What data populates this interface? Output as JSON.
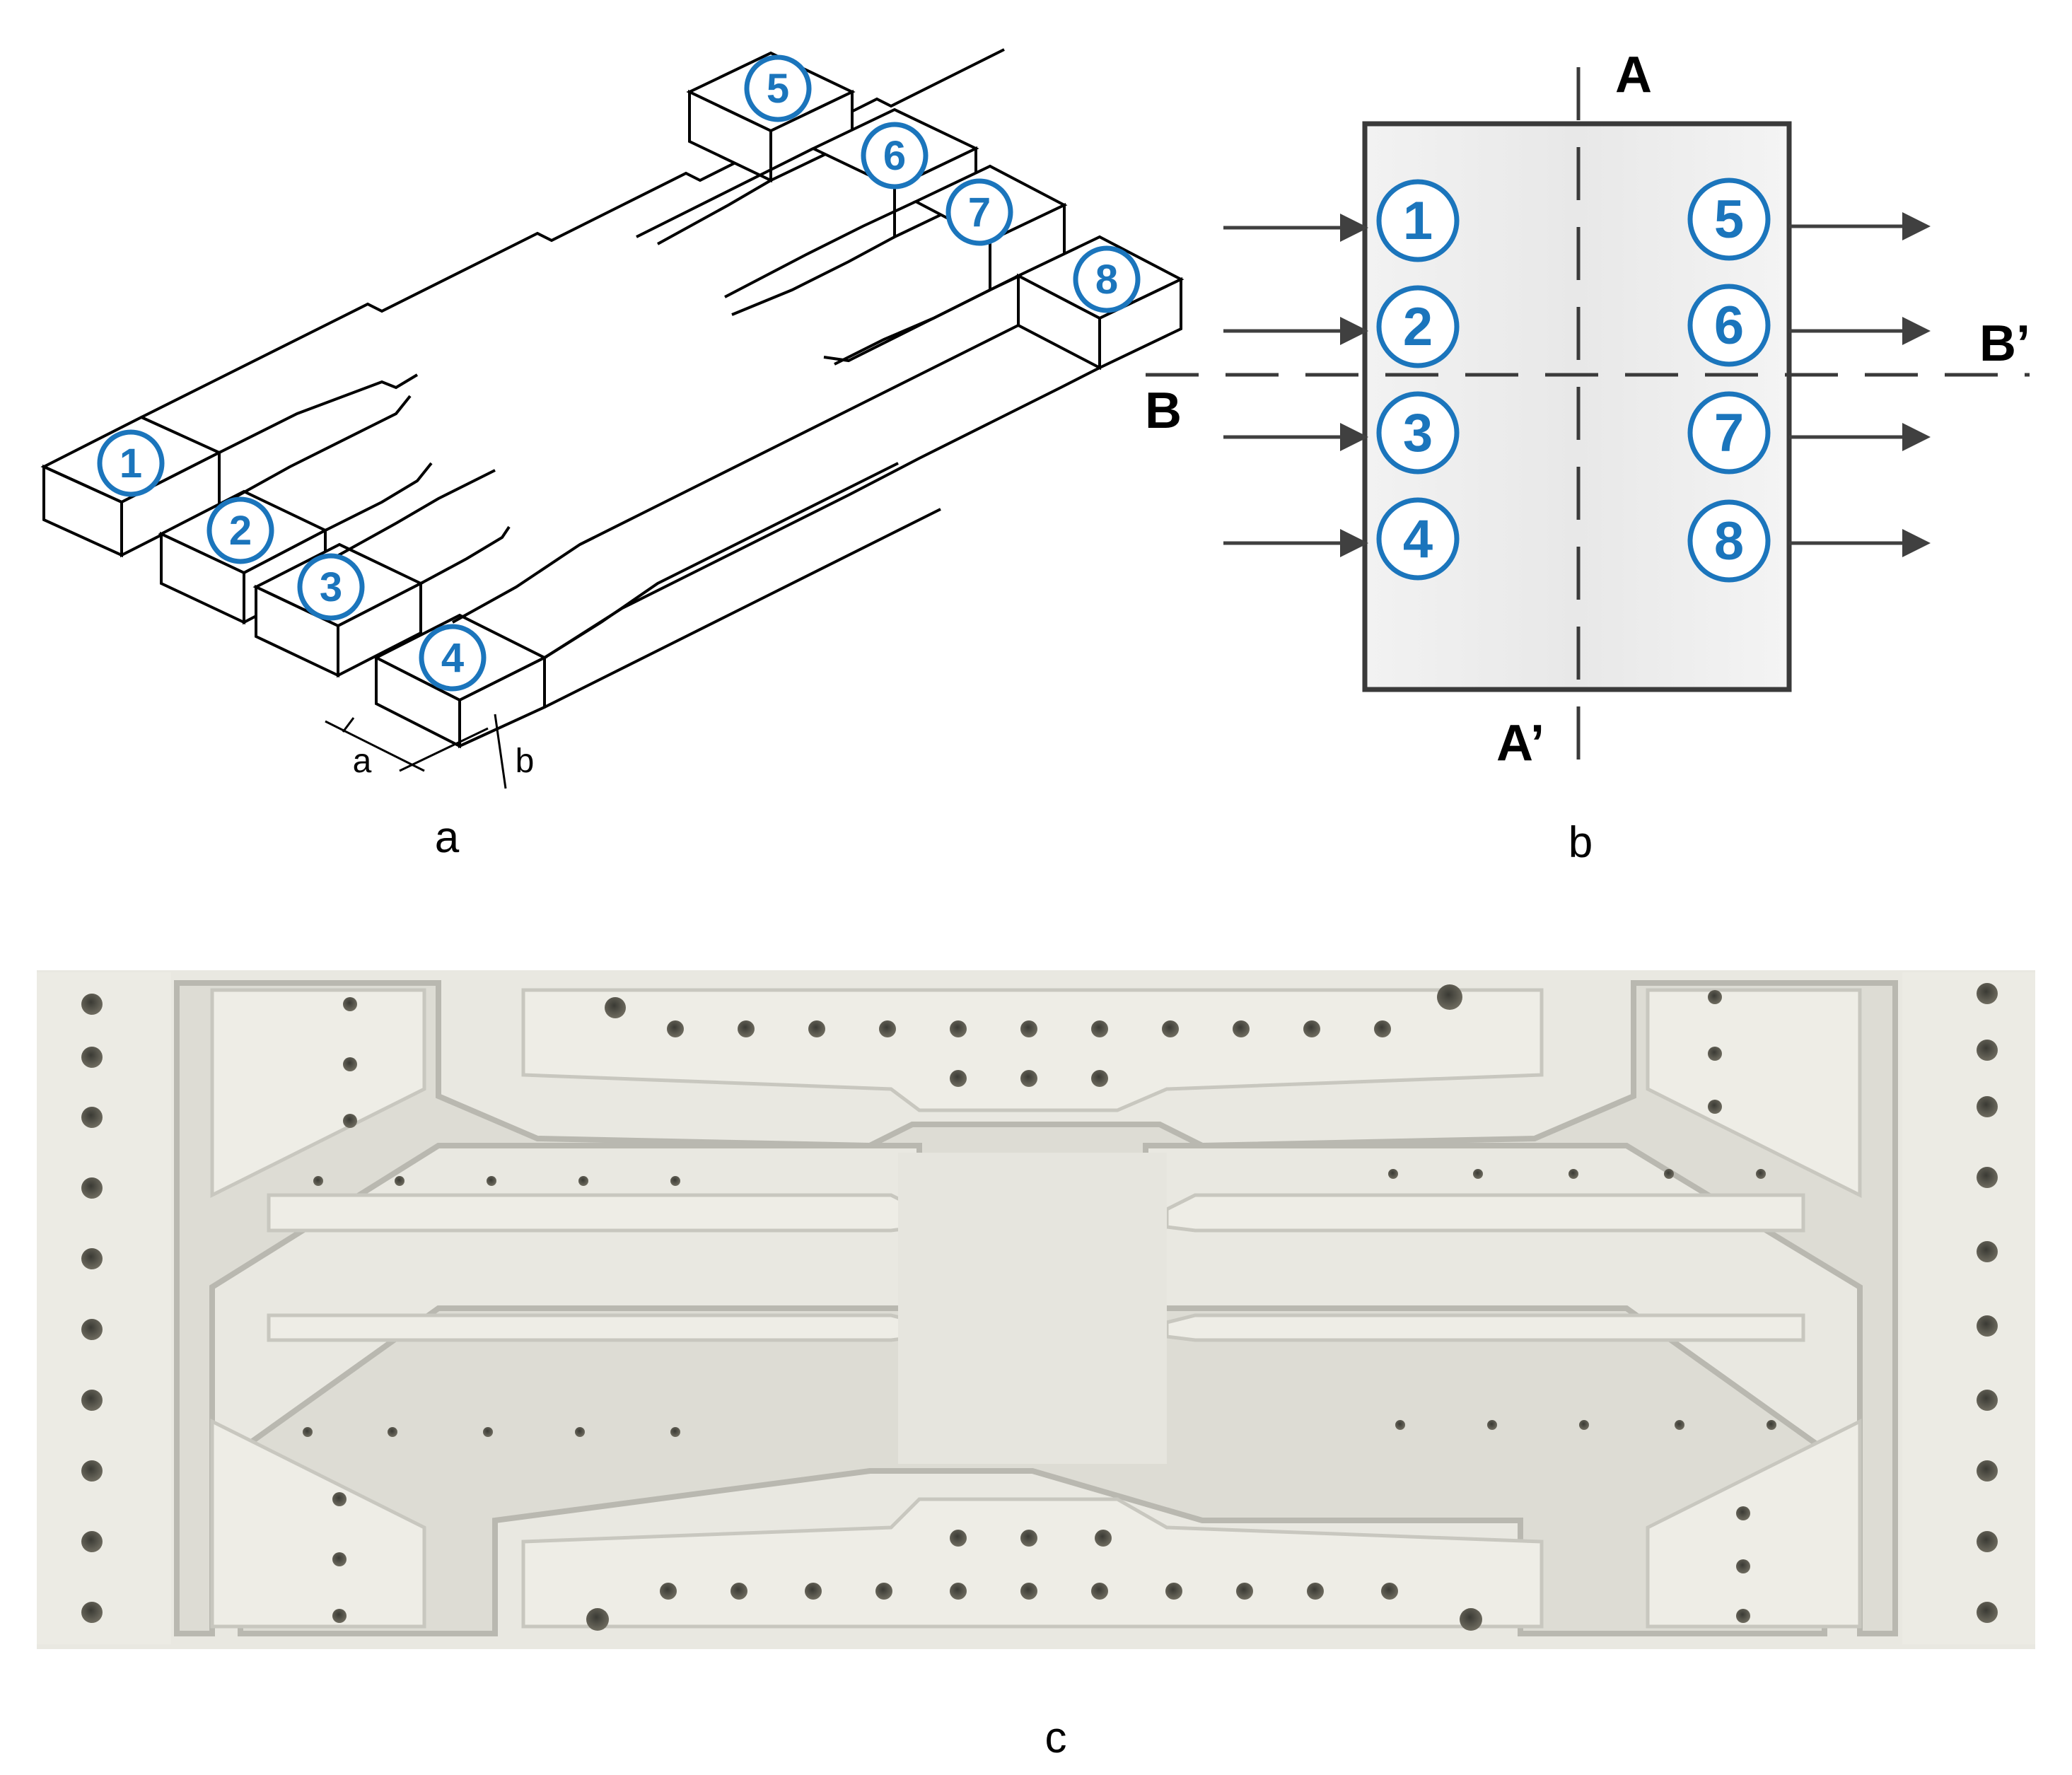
{
  "panel_a": {
    "caption": "a",
    "port_numbers": [
      "1",
      "2",
      "3",
      "4",
      "5",
      "6",
      "7",
      "8"
    ],
    "dimension_labels": {
      "width": "a",
      "height": "b"
    }
  },
  "panel_b": {
    "caption": "b",
    "port_numbers": [
      "1",
      "2",
      "3",
      "4",
      "5",
      "6",
      "7",
      "8"
    ],
    "section_labels": {
      "A": "A",
      "A_prime": "A’",
      "B": "B",
      "B_prime": "B’"
    }
  },
  "panel_c": {
    "caption": "c"
  },
  "colors": {
    "port_blue": "#1b75bc",
    "plate_white": "#e9e8e1",
    "plate_shadow": "#b9b8b0",
    "background_dark": "#2a2a2a"
  }
}
